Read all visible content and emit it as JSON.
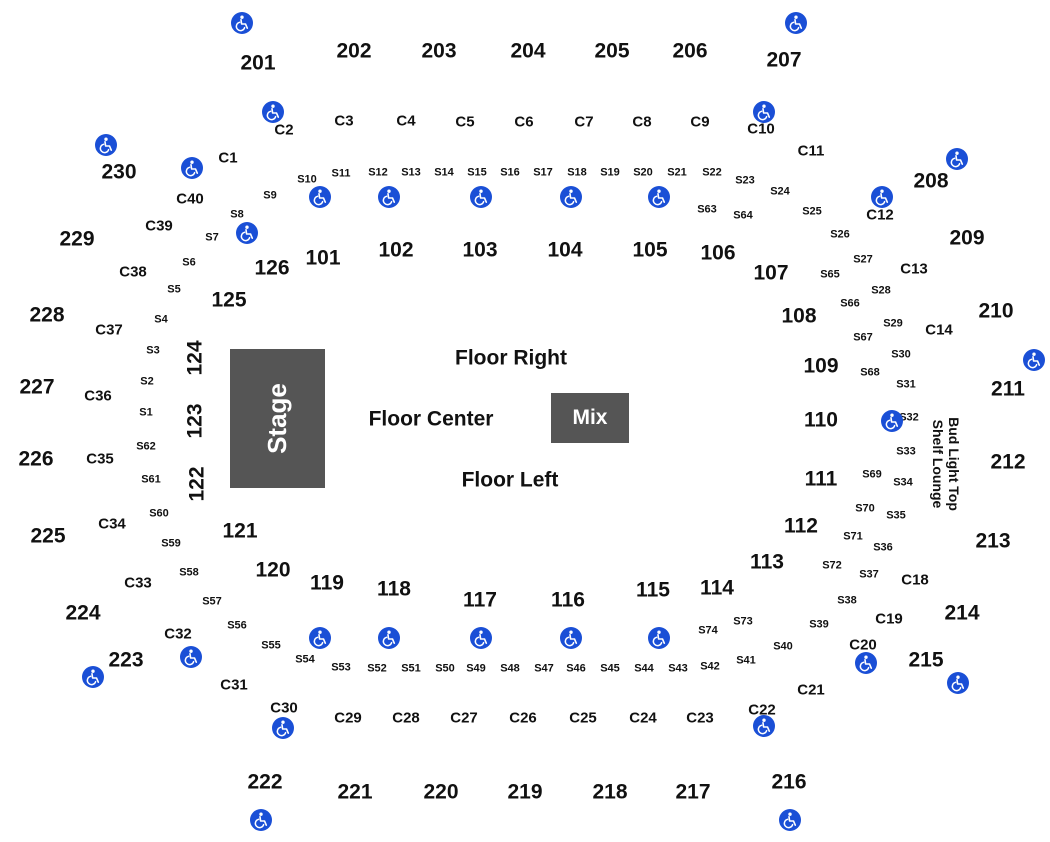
{
  "colors": {
    "stage": "#555555",
    "ada": "#1a4fd6",
    "text": "#111111"
  },
  "stage": {
    "label": "Stage"
  },
  "mix": {
    "label": "Mix"
  },
  "floor": {
    "right": "Floor Right",
    "center": "Floor Center",
    "left": "Floor Left"
  },
  "lounge": {
    "line1": "Bud Light Top",
    "line2": "Shelf Lounge"
  },
  "icon": "wheelchair-accessible-icon",
  "upper_sections": [
    "201",
    "202",
    "203",
    "204",
    "205",
    "206",
    "207",
    "208",
    "209",
    "210",
    "211",
    "212",
    "213",
    "214",
    "215",
    "216",
    "217",
    "218",
    "219",
    "220",
    "221",
    "222",
    "223",
    "224",
    "225",
    "226",
    "227",
    "228",
    "229",
    "230"
  ],
  "lower_sections": [
    "101",
    "102",
    "103",
    "104",
    "105",
    "106",
    "107",
    "108",
    "109",
    "110",
    "111",
    "112",
    "113",
    "114",
    "115",
    "116",
    "117",
    "118",
    "119",
    "120",
    "121",
    "122",
    "123",
    "124",
    "125",
    "126"
  ],
  "club_sections": [
    "C1",
    "C2",
    "C3",
    "C4",
    "C5",
    "C6",
    "C7",
    "C8",
    "C9",
    "C10",
    "C11",
    "C12",
    "C13",
    "C14",
    "C18",
    "C19",
    "C20",
    "C21",
    "C22",
    "C23",
    "C24",
    "C25",
    "C26",
    "C27",
    "C28",
    "C29",
    "C30",
    "C31",
    "C32",
    "C33",
    "C34",
    "C35",
    "C36",
    "C37",
    "C38",
    "C39",
    "C40"
  ],
  "suites": [
    "S1",
    "S2",
    "S3",
    "S4",
    "S5",
    "S6",
    "S7",
    "S8",
    "S9",
    "S10",
    "S11",
    "S12",
    "S13",
    "S14",
    "S15",
    "S16",
    "S17",
    "S18",
    "S19",
    "S20",
    "S21",
    "S22",
    "S23",
    "S24",
    "S25",
    "S26",
    "S27",
    "S28",
    "S29",
    "S30",
    "S31",
    "S32",
    "S33",
    "S34",
    "S35",
    "S36",
    "S37",
    "S38",
    "S39",
    "S40",
    "S41",
    "S42",
    "S43",
    "S44",
    "S45",
    "S46",
    "S47",
    "S48",
    "S49",
    "S50",
    "S51",
    "S52",
    "S53",
    "S54",
    "S55",
    "S56",
    "S57",
    "S58",
    "S59",
    "S60",
    "S61",
    "S62",
    "S63",
    "S64",
    "S65",
    "S66",
    "S67",
    "S68",
    "S69",
    "S70",
    "S71",
    "S72",
    "S73",
    "S74"
  ]
}
